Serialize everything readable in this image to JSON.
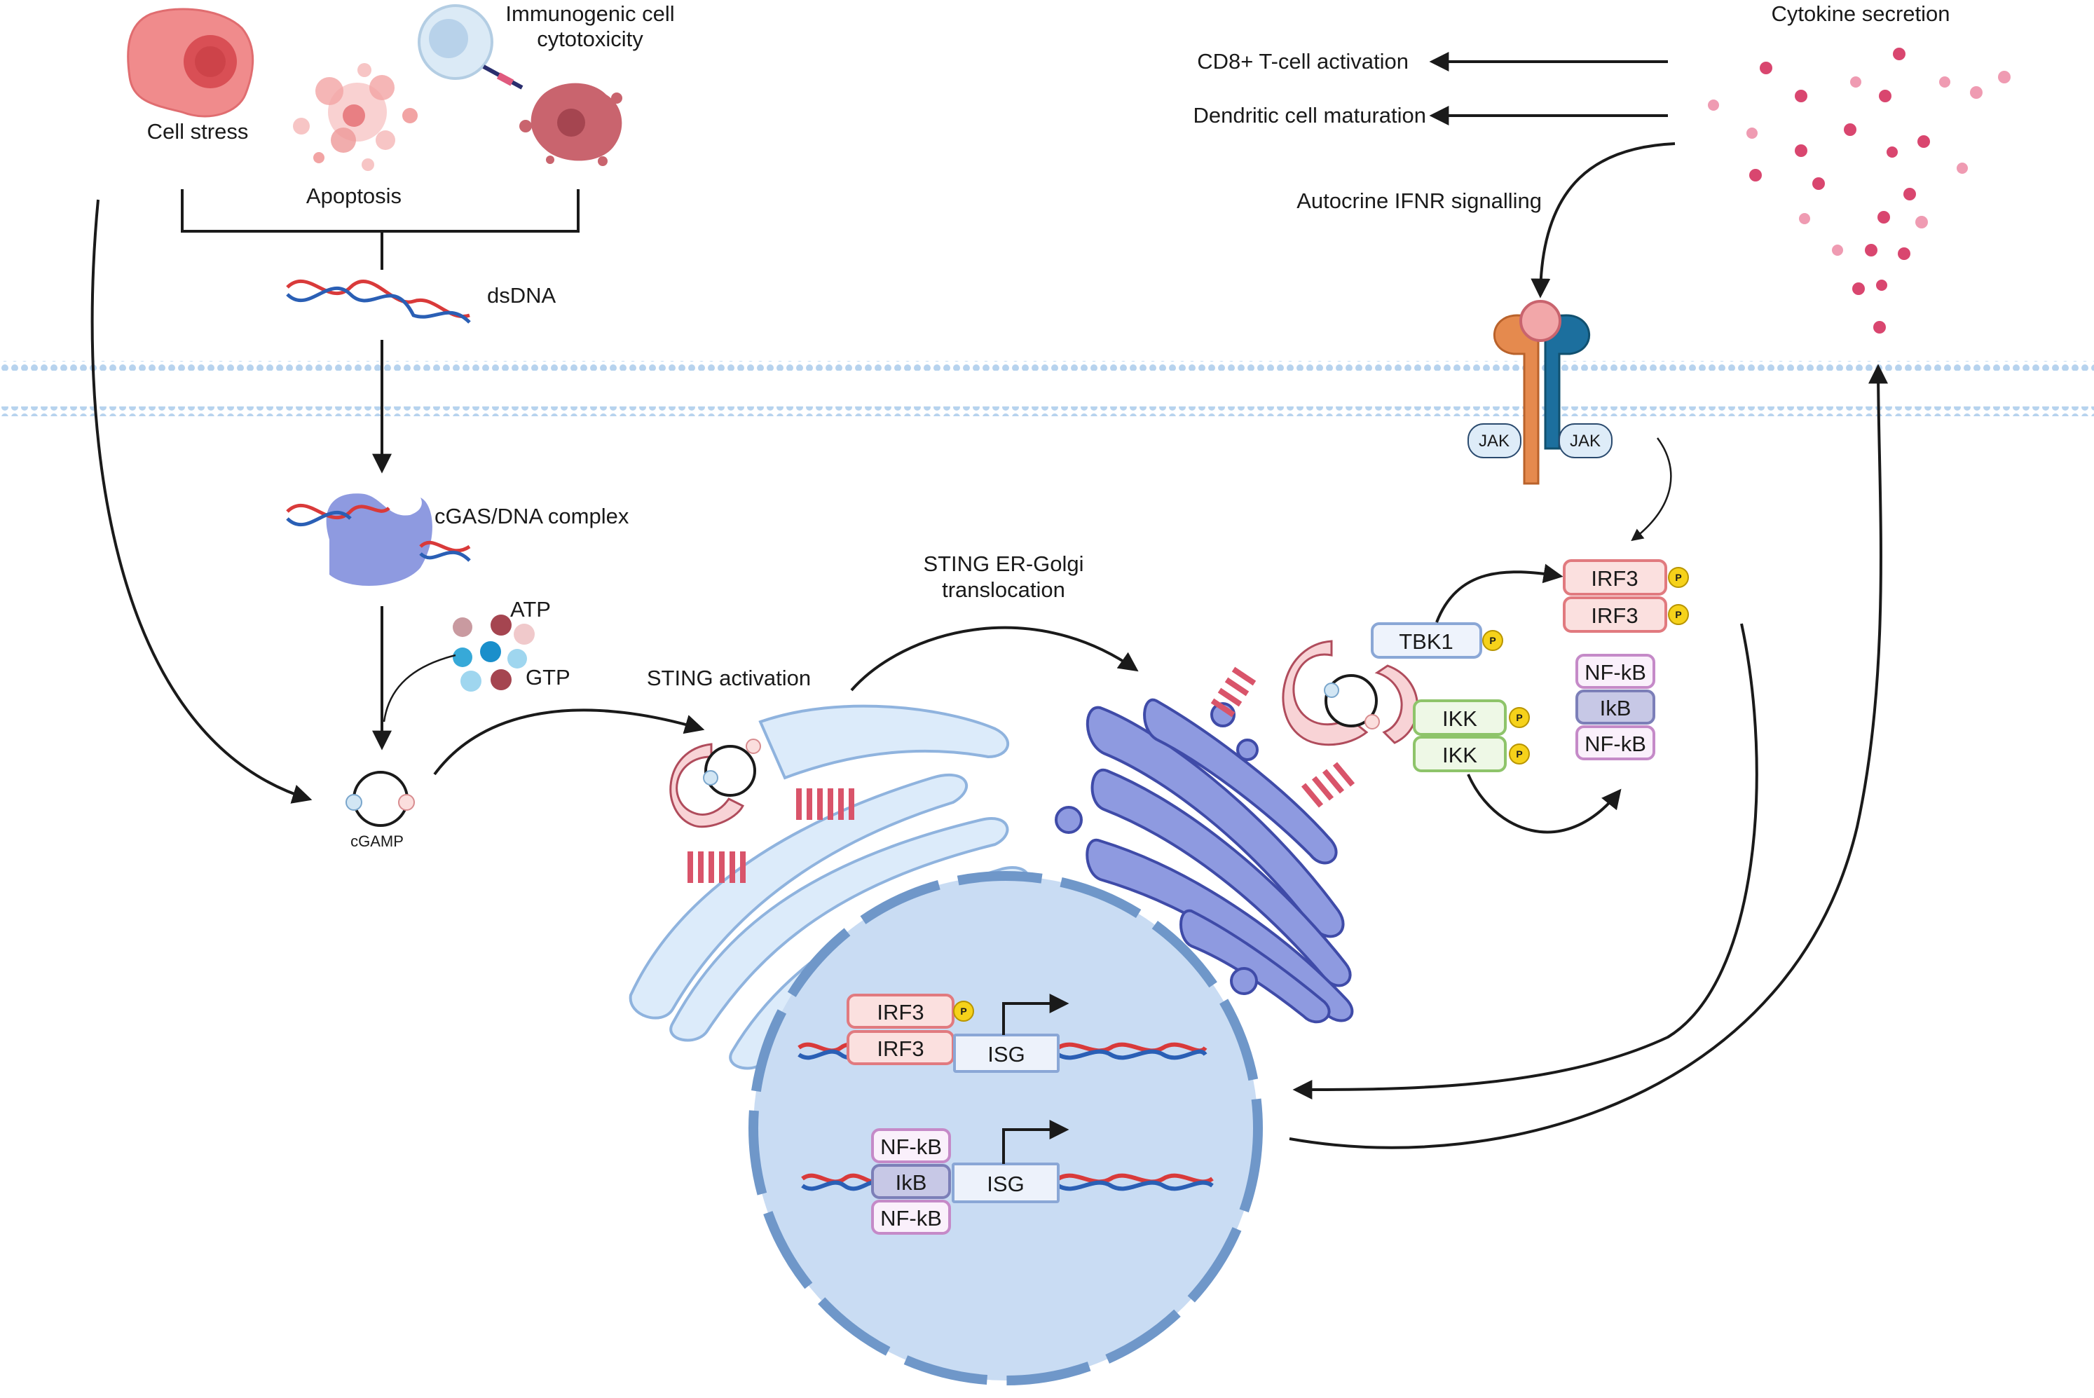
{
  "labels": {
    "cell_stress": "Cell stress",
    "apoptosis": "Apoptosis",
    "icc_line1": "Immunogenic cell",
    "icc_line2": "cytotoxicity",
    "dsdna": "dsDNA",
    "cgas": "cGAS/DNA complex",
    "atp": "ATP",
    "gtp": "GTP",
    "cgamp": "cGAMP",
    "sting_activation": "STING activation",
    "sting_trans_line1": "STING ER-Golgi",
    "sting_trans_line2": "translocation",
    "cytokine_secretion": "Cytokine secretion",
    "cd8": "CD8+ T-cell activation",
    "dc": "Dendritic cell maturation",
    "autocrine": "Autocrine IFNR signalling",
    "jak": "JAK",
    "tbk1": "TBK1",
    "irf3": "IRF3",
    "ikk": "IKK",
    "nfkb": "NF-kB",
    "ikb": "IkB",
    "isg": "ISG",
    "phospho": "P"
  },
  "colors": {
    "irf3_fill": "#fbe0df",
    "irf3_stroke": "#e17a7f",
    "nfkb_fill": "#faf0fb",
    "nfkb_stroke": "#c58ac8",
    "ikb_fill": "#c7c8e6",
    "ikb_stroke": "#7c7fb8",
    "ikk_fill": "#eef8e6",
    "ikk_stroke": "#8ec46a",
    "tbk1_fill": "#eef3fc",
    "tbk1_stroke": "#8aa7d6",
    "isg_fill": "#edf2fb",
    "isg_stroke": "#8aa7d6",
    "phospho_fill": "#f6d21a",
    "membrane": "#a9c9ea",
    "nucleus": "#c9dcf3",
    "golgi": "#8e9ae0",
    "er": "#dcebfa",
    "cytokine": "#d9466f"
  }
}
